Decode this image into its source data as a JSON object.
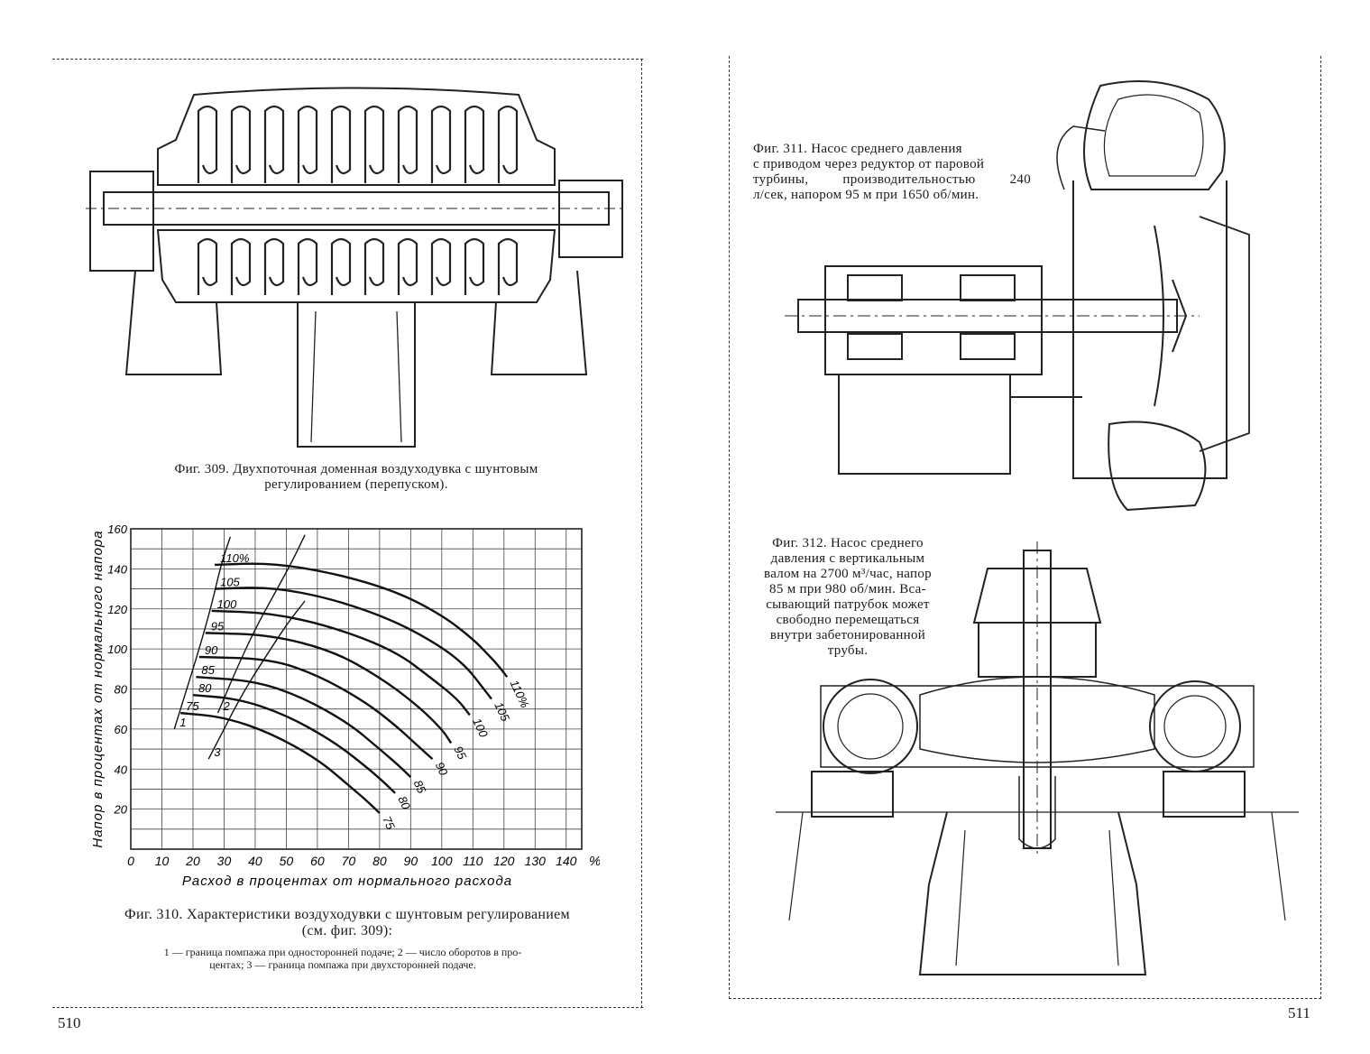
{
  "left_page": {
    "page_number": "510",
    "fig309_caption_line1": "Фиг. 309. Двухпоточная доменная воздуходувка с шунтовым",
    "fig309_caption_line2": "регулированием (перепуском).",
    "fig310_caption_line1": "Фиг. 310. Характеристики воздуходувки с шунтовым регулированием",
    "fig310_caption_line2": "(см. фиг. 309):",
    "fig310_note_line1": "1 — граница помпажа при односторонней подаче; 2 — число оборотов в про-",
    "fig310_note_line2": "центах; 3 — граница помпажа при двухсторонней подаче."
  },
  "right_page": {
    "page_number": "511",
    "fig311_caption": [
      "Фиг. 311. Насос среднего давления",
      "с приводом через редуктор от паровой",
      "турбины, производительностью 240",
      "л/сек, напором 95 м при 1650 об/мин."
    ],
    "fig312_caption": [
      "Фиг. 312. Насос среднего",
      "давления с вертикальным",
      "валом на 2700 м³/час, напор",
      "85 м при 980 об/мин. Вса-",
      "сывающий патрубок может",
      "свободно перемещаться",
      "внутри забетонированной",
      "трубы."
    ]
  },
  "chart_data": {
    "type": "line",
    "xlabel": "Расход в процентах от нормального расхода",
    "ylabel": "Напор в процентах от нормального напора",
    "x_ticks": [
      "0",
      "10",
      "20",
      "30",
      "40",
      "50",
      "60",
      "70",
      "80",
      "90",
      "100",
      "110",
      "120",
      "130",
      "140"
    ],
    "x_unit": "%",
    "y_ticks": [
      "20",
      "40",
      "60",
      "80",
      "100",
      "120",
      "140",
      "160"
    ],
    "xlim": [
      0,
      145
    ],
    "ylim": [
      0,
      160
    ],
    "grid": true,
    "series": [
      {
        "name": "110%",
        "label": "110%",
        "end_label": "110%",
        "points": [
          [
            27,
            142
          ],
          [
            45,
            143
          ],
          [
            65,
            138
          ],
          [
            85,
            129
          ],
          [
            100,
            117
          ],
          [
            110,
            105
          ],
          [
            115,
            97
          ],
          [
            118,
            92
          ],
          [
            121,
            86
          ]
        ]
      },
      {
        "name": "105",
        "label": "105",
        "end_label": "105",
        "points": [
          [
            27,
            130
          ],
          [
            45,
            131
          ],
          [
            65,
            125
          ],
          [
            85,
            114
          ],
          [
            100,
            101
          ],
          [
            108,
            91
          ],
          [
            113,
            81
          ],
          [
            116,
            75
          ]
        ]
      },
      {
        "name": "100",
        "label": "100",
        "end_label": "100",
        "points": [
          [
            26,
            119
          ],
          [
            45,
            118
          ],
          [
            65,
            111
          ],
          [
            85,
            99
          ],
          [
            97,
            85
          ],
          [
            105,
            75
          ],
          [
            109,
            67
          ]
        ]
      },
      {
        "name": "95",
        "label": "95",
        "end_label": "95",
        "points": [
          [
            24,
            108
          ],
          [
            45,
            107
          ],
          [
            65,
            99
          ],
          [
            80,
            86
          ],
          [
            92,
            72
          ],
          [
            100,
            60
          ],
          [
            103,
            53
          ]
        ]
      },
      {
        "name": "90",
        "label": "90",
        "end_label": "90",
        "points": [
          [
            22,
            96
          ],
          [
            45,
            95
          ],
          [
            60,
            87
          ],
          [
            75,
            74
          ],
          [
            85,
            62
          ],
          [
            92,
            52
          ],
          [
            97,
            45
          ]
        ]
      },
      {
        "name": "85",
        "label": "85",
        "end_label": "85",
        "points": [
          [
            21,
            86
          ],
          [
            40,
            84
          ],
          [
            55,
            76
          ],
          [
            70,
            63
          ],
          [
            80,
            50
          ],
          [
            86,
            42
          ],
          [
            90,
            36
          ]
        ]
      },
      {
        "name": "80",
        "label": "80",
        "end_label": "80",
        "points": [
          [
            20,
            77
          ],
          [
            35,
            75
          ],
          [
            50,
            67
          ],
          [
            65,
            54
          ],
          [
            75,
            42
          ],
          [
            81,
            34
          ],
          [
            85,
            28
          ]
        ]
      },
      {
        "name": "75",
        "label": "75",
        "end_label": "75",
        "points": [
          [
            16,
            68
          ],
          [
            30,
            66
          ],
          [
            45,
            58
          ],
          [
            60,
            45
          ],
          [
            70,
            32
          ],
          [
            76,
            24
          ],
          [
            80,
            18
          ]
        ]
      },
      {
        "name": "",
        "label": "1",
        "points": [
          [
            14,
            60
          ],
          [
            18,
            80
          ],
          [
            22,
            100
          ],
          [
            26,
            122
          ],
          [
            29,
            142
          ],
          [
            32,
            156
          ]
        ]
      },
      {
        "name": "",
        "label": "2",
        "points": [
          [
            28,
            68
          ],
          [
            34,
            90
          ],
          [
            40,
            110
          ],
          [
            46,
            127
          ],
          [
            52,
            144
          ],
          [
            56,
            157
          ]
        ]
      },
      {
        "name": "",
        "label": "3",
        "points": [
          [
            25,
            45
          ],
          [
            30,
            60
          ],
          [
            35,
            75
          ],
          [
            40,
            88
          ],
          [
            45,
            100
          ],
          [
            50,
            112
          ],
          [
            56,
            124
          ]
        ]
      }
    ],
    "curve_labels": {
      "boundary_1": "1",
      "boundary_2": "2",
      "boundary_3": "3"
    }
  }
}
